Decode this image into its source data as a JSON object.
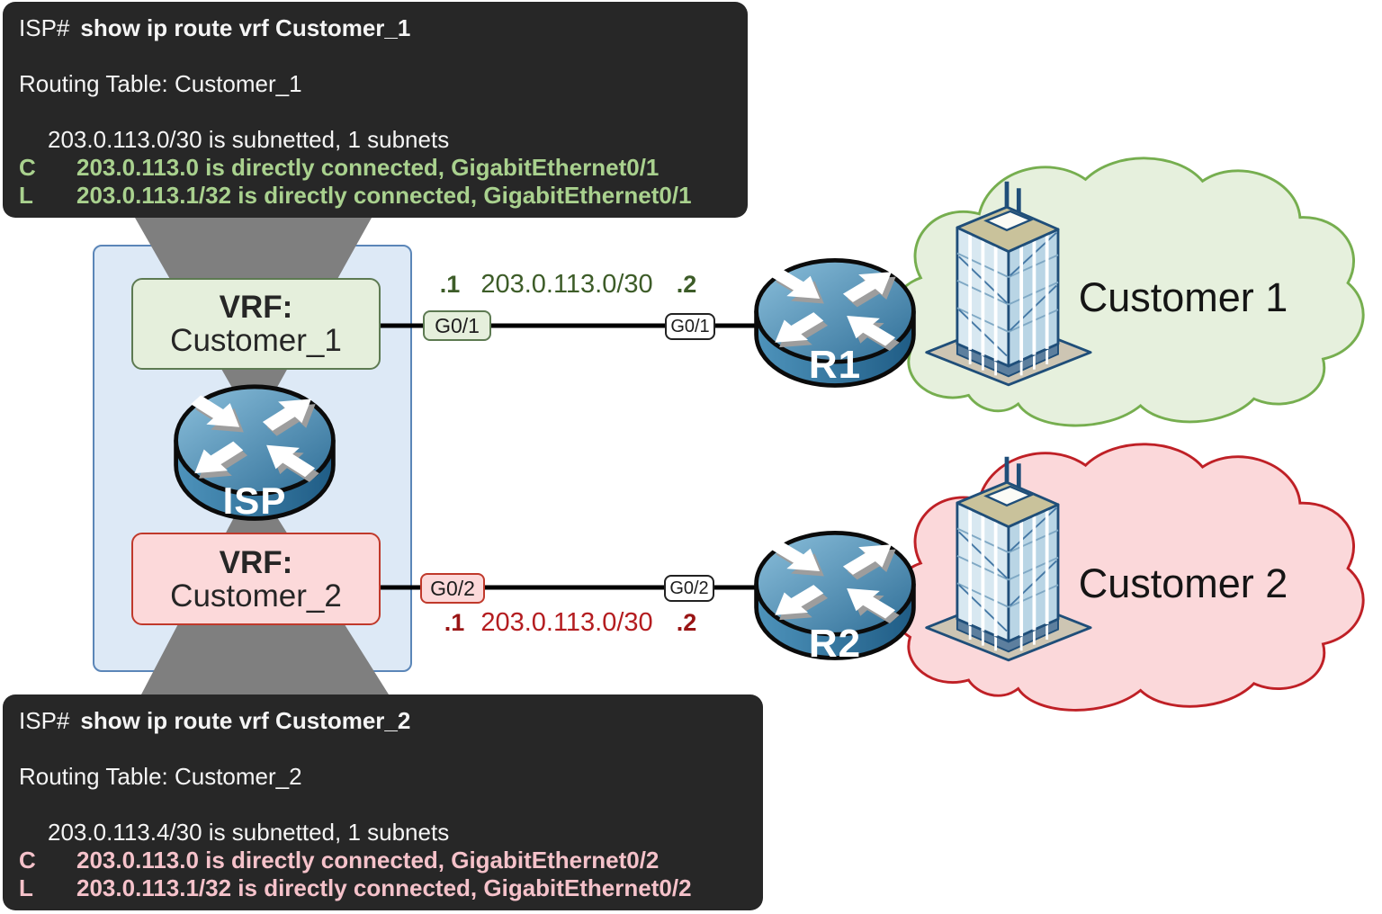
{
  "terminal1": {
    "prompt": "ISP#",
    "command": "show ip route vrf Customer_1",
    "routing_table": "Routing Table: Customer_1",
    "subnet_line": "203.0.113.0/30 is subnetted, 1 subnets",
    "c_code": "C",
    "c_text": "203.0.113.0 is directly connected, GigabitEthernet0/1",
    "l_code": "L",
    "l_text": "203.0.113.1/32 is directly connected, GigabitEthernet0/1"
  },
  "terminal2": {
    "prompt": "ISP#",
    "command": "show ip route vrf Customer_2",
    "routing_table": "Routing Table: Customer_2",
    "subnet_line": "203.0.113.4/30 is subnetted, 1 subnets",
    "c_code": "C",
    "c_text": "203.0.113.0 is directly connected, GigabitEthernet0/2",
    "l_code": "L",
    "l_text": "203.0.113.1/32 is directly connected, GigabitEthernet0/2"
  },
  "isp": {
    "vrf1_title": "VRF:",
    "vrf1_name": "Customer_1",
    "router_label": "ISP",
    "vrf2_title": "VRF:",
    "vrf2_name": "Customer_2"
  },
  "link1": {
    "isp_port": "G0/1",
    "ip_left": ".1",
    "subnet": "203.0.113.0/30",
    "ip_right": ".2",
    "remote_port": "G0/1"
  },
  "link2": {
    "isp_port": "G0/2",
    "ip_left": ".1",
    "subnet": "203.0.113.0/30",
    "ip_right": ".2",
    "remote_port": "G0/2"
  },
  "routers": {
    "r1": "R1",
    "r2": "R2"
  },
  "clouds": {
    "customer1": "Customer 1",
    "customer2": "Customer 2"
  },
  "colors": {
    "terminal_background": "#272727",
    "terminal_text": "#f5f5f5",
    "terminal_green_text": "#a9d18e",
    "terminal_pink_text": "#f5c2ca",
    "customer1_fill": "#e5efdc",
    "customer1_border": "#5d7a52",
    "customer2_fill": "#fcd9da",
    "customer2_border": "#c0392b",
    "isp_box_fill": "#dde9f6",
    "isp_box_border": "#5b86b8",
    "link1_label_ink": "#3d5c28",
    "link2_label_ink": "#991414",
    "router_blue": "#3c7fae",
    "callout_gray": "#7f7f7f",
    "cloud1_stroke": "#76ae4f",
    "cloud2_stroke": "#bf2026"
  }
}
